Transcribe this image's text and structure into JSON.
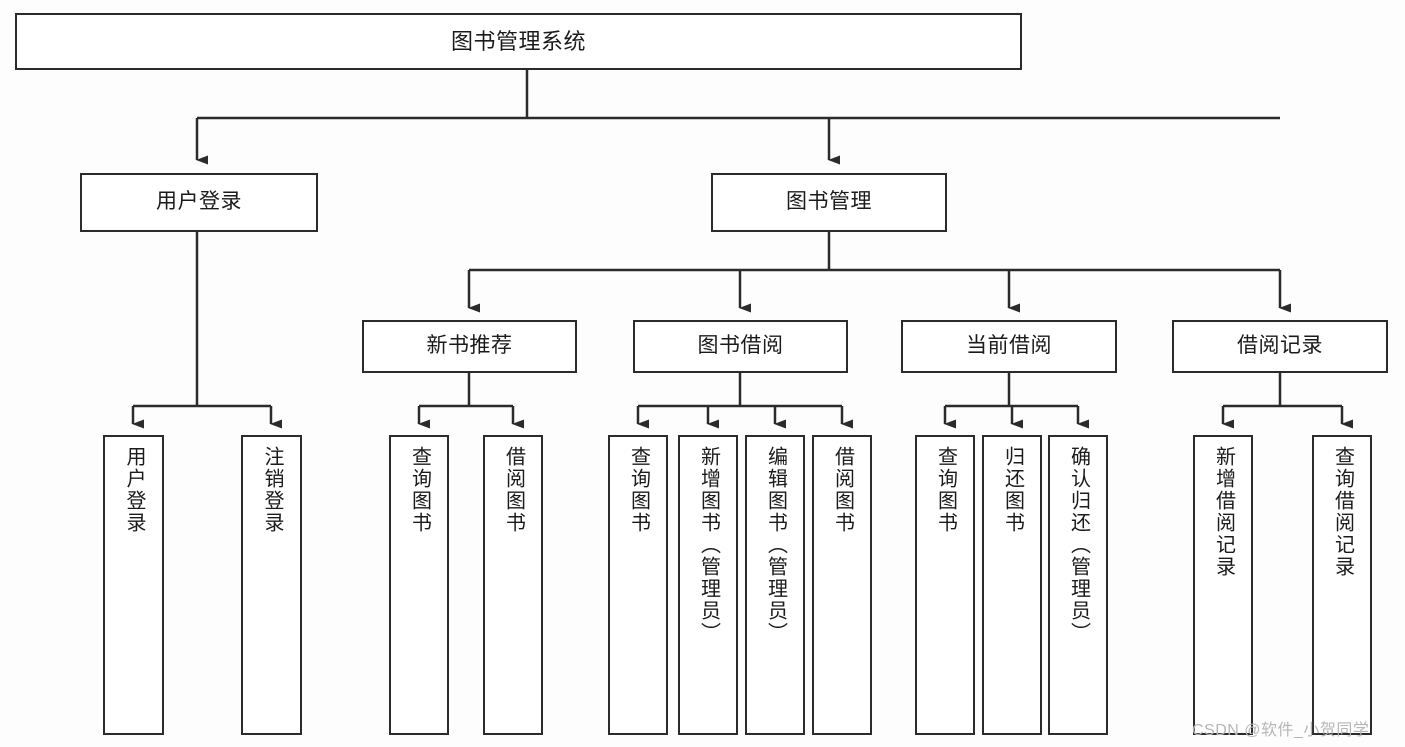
{
  "diagram": {
    "title": "图书管理系统",
    "type": "hierarchy-tree",
    "colors": {
      "box_border": "#2b2b2b",
      "box_fill": "#ffffff",
      "edge": "#2b2b2b",
      "background": "#fdfdfd",
      "watermark": "#b6b6b6"
    },
    "levels": [
      {
        "level": 0,
        "nodes": [
          {
            "id": "root",
            "label": "图书管理系统",
            "orientation": "horizontal"
          }
        ]
      },
      {
        "level": 1,
        "nodes": [
          {
            "id": "user-login",
            "label": "用户登录",
            "orientation": "horizontal"
          },
          {
            "id": "book-manage",
            "label": "图书管理",
            "orientation": "horizontal"
          }
        ]
      },
      {
        "level": 2,
        "nodes": [
          {
            "id": "new-book-recommend",
            "label": "新书推荐",
            "orientation": "horizontal"
          },
          {
            "id": "book-borrow",
            "label": "图书借阅",
            "orientation": "horizontal"
          },
          {
            "id": "current-borrow",
            "label": "当前借阅",
            "orientation": "horizontal"
          },
          {
            "id": "borrow-record",
            "label": "借阅记录",
            "orientation": "horizontal"
          }
        ]
      },
      {
        "level": 3,
        "nodes": [
          {
            "id": "leaf-user-login",
            "label": "用户登录",
            "orientation": "vertical",
            "parent": "user-login"
          },
          {
            "id": "leaf-logout-login",
            "label": "注销登录",
            "orientation": "vertical",
            "parent": "user-login"
          },
          {
            "id": "leaf-query-book-1",
            "label": "查询图书",
            "orientation": "vertical",
            "parent": "new-book-recommend"
          },
          {
            "id": "leaf-borrow-book-1",
            "label": "借阅图书",
            "orientation": "vertical",
            "parent": "new-book-recommend"
          },
          {
            "id": "leaf-query-book-2",
            "label": "查询图书",
            "orientation": "vertical",
            "parent": "book-borrow"
          },
          {
            "id": "leaf-add-book",
            "label": "新增图书（管理员）",
            "orientation": "vertical",
            "parent": "book-borrow"
          },
          {
            "id": "leaf-edit-book",
            "label": "编辑图书（管理员）",
            "orientation": "vertical",
            "parent": "book-borrow"
          },
          {
            "id": "leaf-borrow-book-2",
            "label": "借阅图书",
            "orientation": "vertical",
            "parent": "book-borrow"
          },
          {
            "id": "leaf-query-book-3",
            "label": "查询图书",
            "orientation": "vertical",
            "parent": "current-borrow"
          },
          {
            "id": "leaf-return-book",
            "label": "归还图书",
            "orientation": "vertical",
            "parent": "current-borrow"
          },
          {
            "id": "leaf-confirm-return",
            "label": "确认归还（管理员）",
            "orientation": "vertical",
            "parent": "current-borrow"
          },
          {
            "id": "leaf-add-borrow-record",
            "label": "新增借阅记录",
            "orientation": "vertical",
            "parent": "borrow-record"
          },
          {
            "id": "leaf-query-borrow-record",
            "label": "查询借阅记录",
            "orientation": "vertical",
            "parent": "borrow-record"
          }
        ]
      }
    ]
  },
  "watermark": {
    "text": "CSDN @软件_小贺同学"
  }
}
